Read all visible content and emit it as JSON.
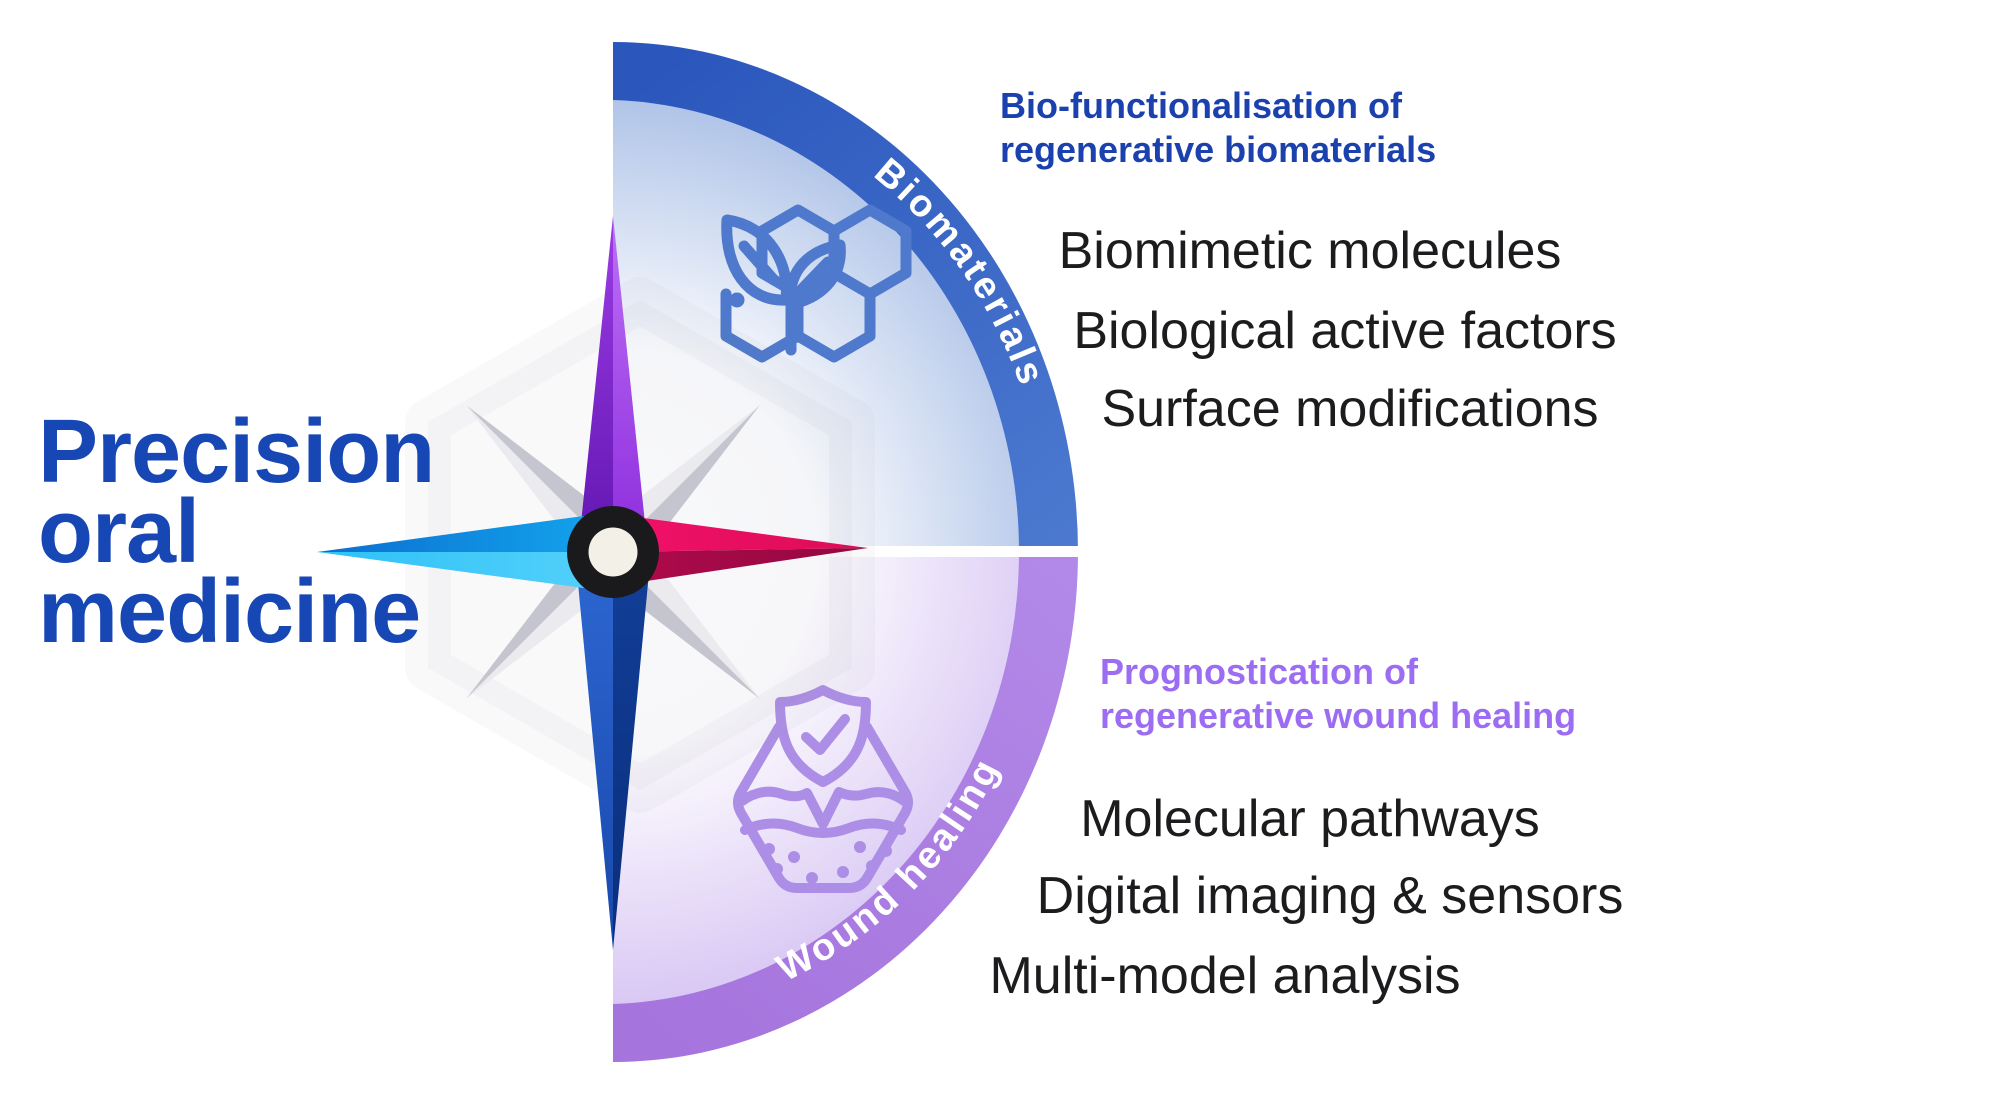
{
  "title": {
    "text": "Precision oral medicine",
    "lines": [
      "Precision",
      "oral",
      "medicine"
    ],
    "color": "#1747b4"
  },
  "compass": {
    "arc_labels": {
      "top": "Biomaterials",
      "bottom": "Wound healing"
    },
    "icon_names": [
      "plant-biomaterial-scaffold-icon",
      "wound-healing-shield-check-icon",
      "compass-rose-icon"
    ],
    "needle_colors": {
      "north": "#9a3ae4",
      "east": "#e80e60",
      "south": "#123f98",
      "west": "#18b0f0"
    },
    "hub_colors": {
      "ring": "#1a1a1d",
      "center": "#f3f0e8"
    }
  },
  "sections": {
    "biomaterials": {
      "heading_lines": [
        "Bio-functionalisation of",
        "regenerative biomaterials"
      ],
      "heading_color": "#1b41ae",
      "arc_color": "#3a66c2",
      "items": [
        "Biomimetic molecules",
        "Biological active factors",
        "Surface modifications"
      ]
    },
    "wound_healing": {
      "heading_lines": [
        "Prognostication of",
        "regenerative wound healing"
      ],
      "heading_color": "#9c6df2",
      "arc_color": "#ab84e2",
      "items": [
        "Molecular pathways",
        "Digital imaging & sensors",
        "Multi-model analysis"
      ]
    }
  },
  "colors": {
    "background": "#ffffff",
    "title_blue": "#1747b4",
    "item_text": "#1c1c1e",
    "band_blue_start": "#2b57bd",
    "band_blue_end": "#4d7ad0",
    "band_purple_start": "#b289e8",
    "band_purple_end": "#a574dd",
    "fill_blue_rim": "#b0c4e8",
    "fill_purple_rim": "#d9c8f4",
    "icon_blue": "#4e79cc",
    "icon_purple": "#ad8ee6"
  }
}
